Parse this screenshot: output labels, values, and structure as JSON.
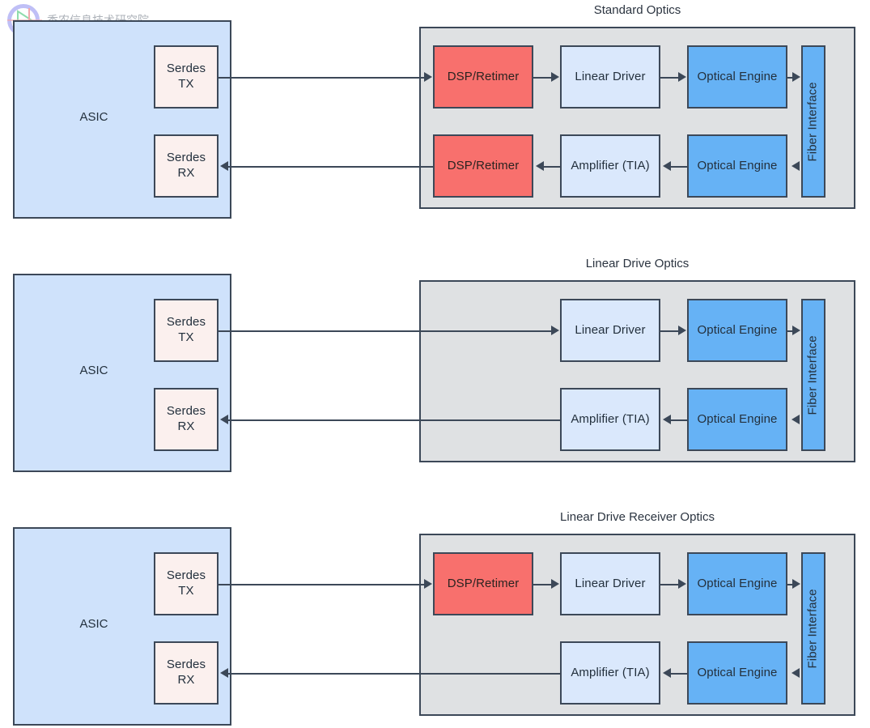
{
  "watermark": {
    "text": "香农信息技术研究院",
    "logo_icon": "play-triangle-circle-logo"
  },
  "diagrams": [
    {
      "id": "standard-optics",
      "title": "Standard Optics",
      "asic": {
        "label": "ASIC",
        "serdes_tx": "Serdes\nTX",
        "serdes_rx": "Serdes\nRX"
      },
      "tx_chain": [
        "DSP/Retimer",
        "Linear Driver",
        "Optical Engine"
      ],
      "rx_chain": [
        "DSP/Retimer",
        "Amplifier (TIA)",
        "Optical Engine"
      ],
      "fiber": "Fiber Interface"
    },
    {
      "id": "linear-drive-optics",
      "title": "Linear Drive Optics",
      "asic": {
        "label": "ASIC",
        "serdes_tx": "Serdes\nTX",
        "serdes_rx": "Serdes\nRX"
      },
      "tx_chain": [
        "Linear Driver",
        "Optical Engine"
      ],
      "rx_chain": [
        "Amplifier (TIA)",
        "Optical Engine"
      ],
      "fiber": "Fiber Interface"
    },
    {
      "id": "linear-drive-receiver-optics",
      "title": "Linear Drive Receiver Optics",
      "asic": {
        "label": "ASIC",
        "serdes_tx": "Serdes\nTX",
        "serdes_rx": "Serdes\nRX"
      },
      "tx_chain": [
        "DSP/Retimer",
        "Linear Driver",
        "Optical Engine"
      ],
      "rx_chain": [
        "Amplifier (TIA)",
        "Optical Engine"
      ],
      "fiber": "Fiber Interface"
    }
  ],
  "colors": {
    "asic_fill": "#cfe2fb",
    "serdes_fill": "#fbf0ee",
    "optics_container_fill": "#dfe1e3",
    "dsp_fill": "#f8706d",
    "driver_fill": "#dae8fc",
    "engine_fill": "#66b2f5",
    "fiber_fill": "#66b2f5",
    "stroke": "#3c4858",
    "text": "#23303d"
  }
}
